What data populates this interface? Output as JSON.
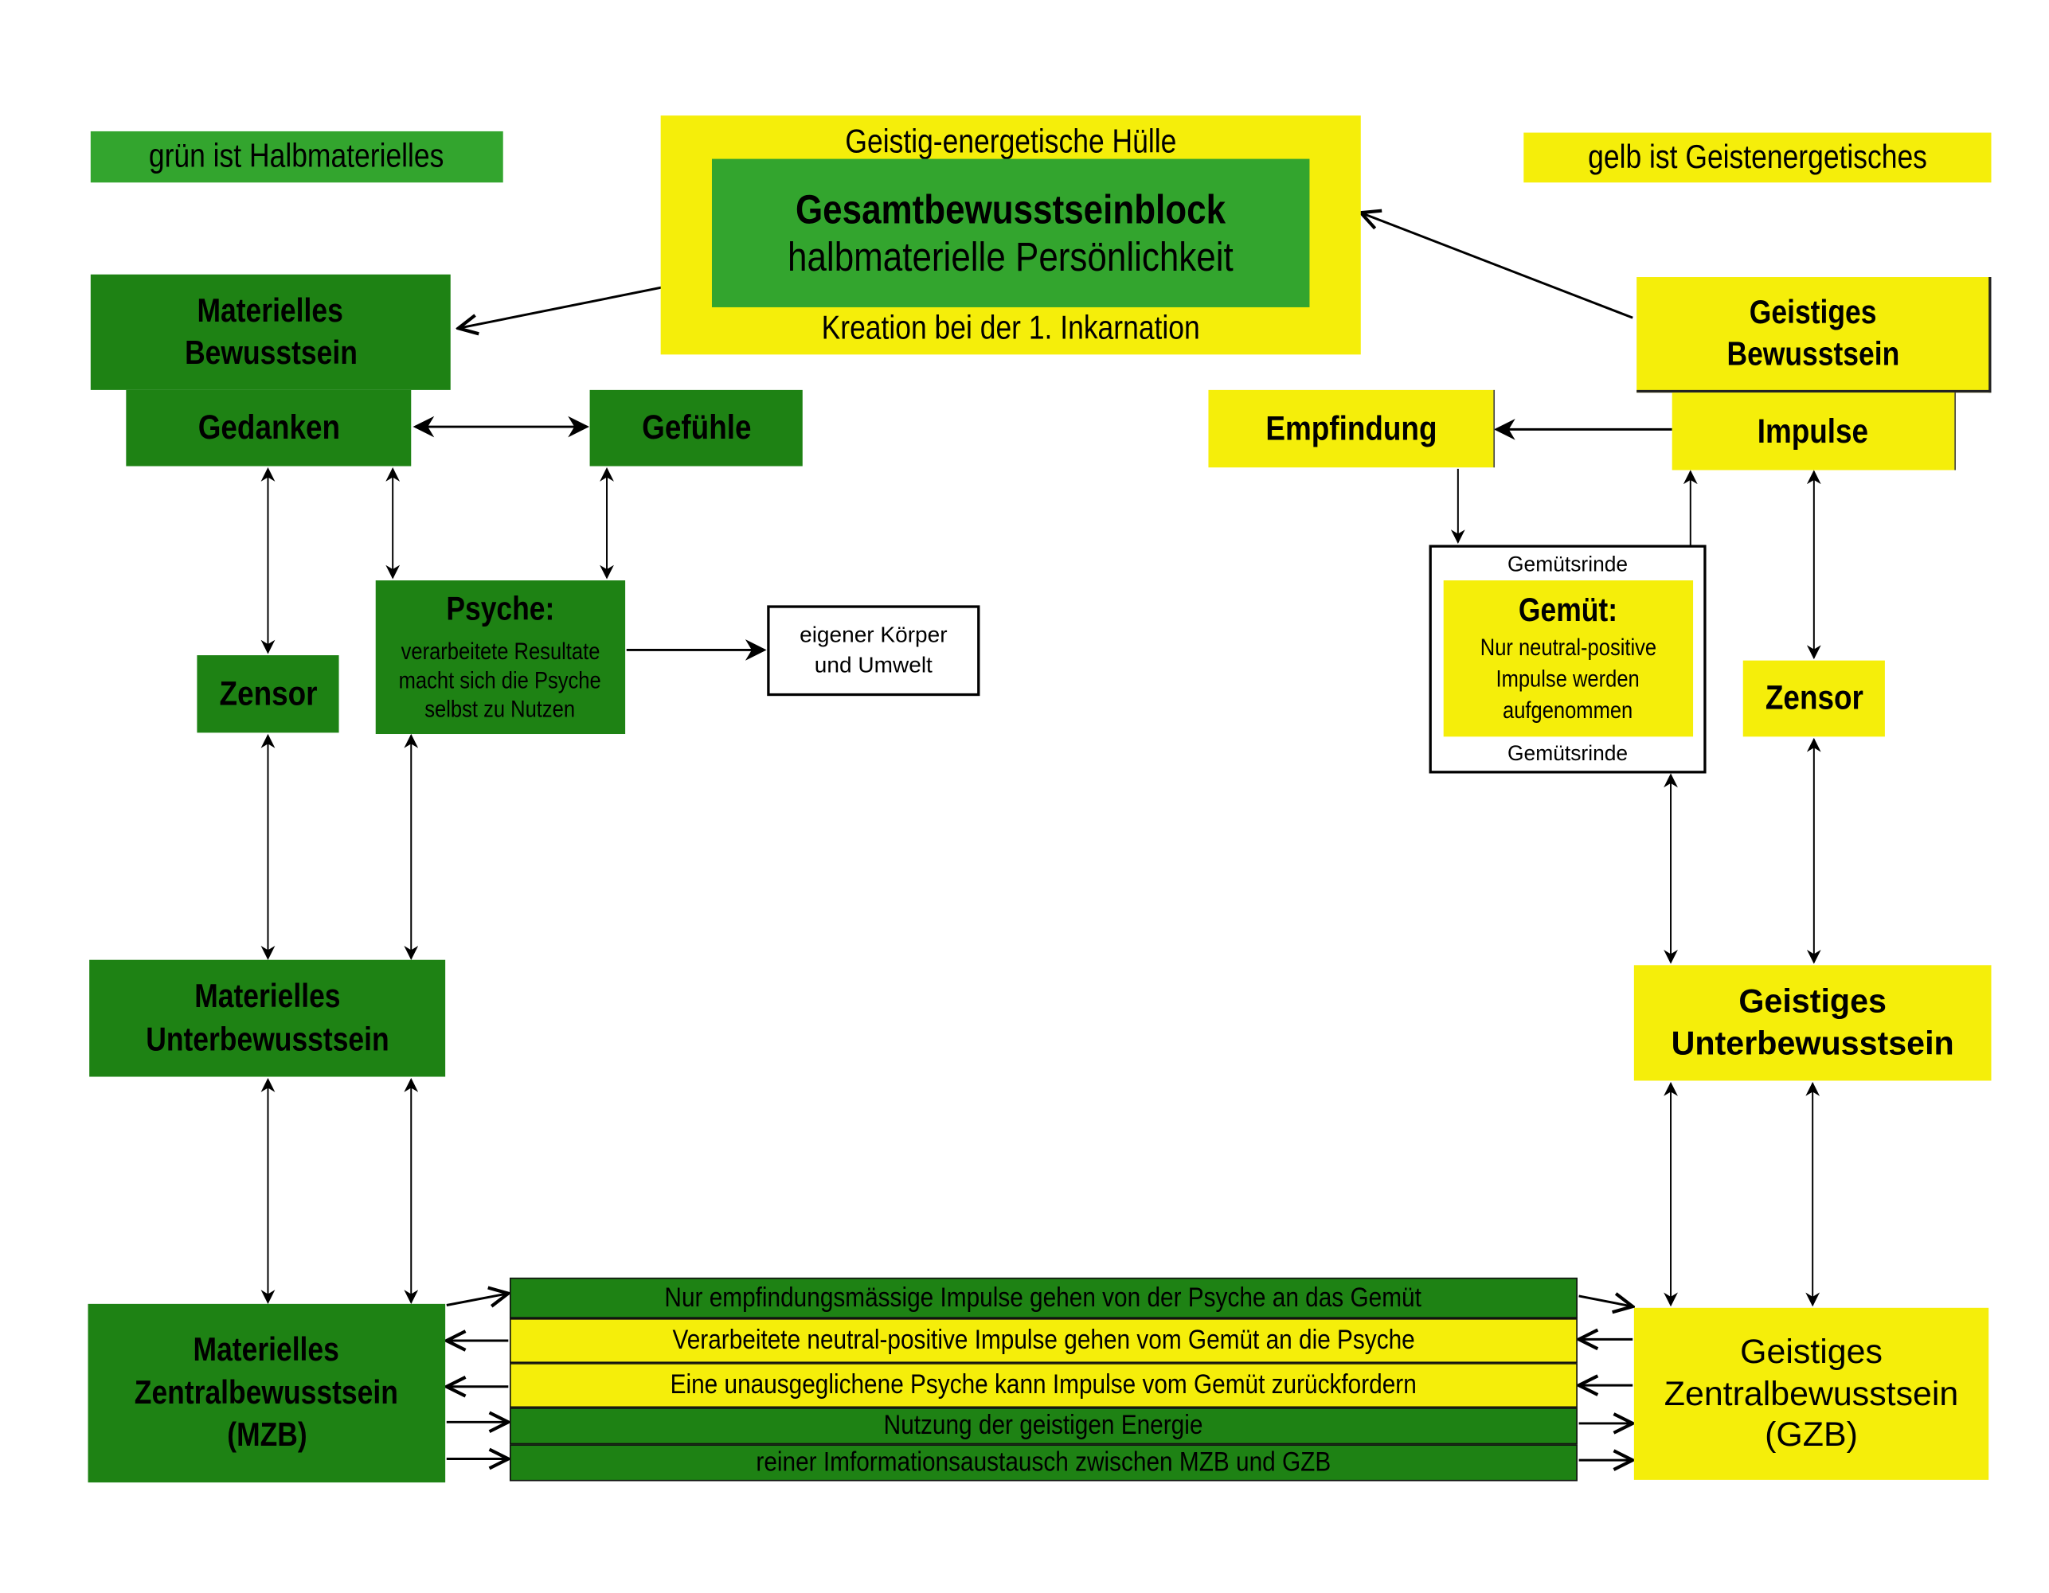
{
  "colors": {
    "material_dark_green": "#1e8214",
    "halfmaterial_green": "#33a52e",
    "spirit_yellow": "#f5ee0a",
    "line": "#000000"
  },
  "legend": {
    "green": "grün ist Halbmaterielles",
    "yellow": "gelb ist Geistenergetisches"
  },
  "top_block": {
    "outer_title": "Geistig-energetische Hülle",
    "inner_title": "Gesamtbewusstseinblock",
    "inner_subtitle": "halbmaterielle Persönlichkeit",
    "outer_footer": "Kreation bei der 1. Inkarnation"
  },
  "material": {
    "bewusstsein": [
      "Materielles",
      "Bewusstsein"
    ],
    "gedanken": "Gedanken",
    "gefuehle": "Gefühle",
    "zensor": "Zensor",
    "psyche": {
      "title": "Psyche:",
      "lines": [
        "verarbeitete Resultate",
        "macht sich die Psyche",
        "selbst zu Nutzen"
      ]
    },
    "koerper": [
      "eigener Körper",
      "und Umwelt"
    ],
    "unterbewusstsein": [
      "Materielles",
      "Unterbewusstsein"
    ],
    "zentral": [
      "Materielles",
      "Zentralbewusstsein",
      "(MZB)"
    ]
  },
  "spiritual": {
    "bewusstsein": [
      "Geistiges",
      "Bewusstsein"
    ],
    "impulse": "Impulse",
    "empfindung": "Empfindung",
    "gemuet": {
      "rinde_top": "Gemütsrinde",
      "title": "Gemüt:",
      "lines": [
        "Nur neutral-positive",
        "Impulse werden",
        "aufgenommen"
      ],
      "rinde_bottom": "Gemütsrinde"
    },
    "zensor": "Zensor",
    "unterbewusstsein": [
      "Geistiges",
      "Unterbewusstsein"
    ],
    "zentral": [
      "Geistiges",
      "Zentralbewusstsein",
      "(GZB)"
    ]
  },
  "exchange_bars": [
    {
      "text": "Nur empfindungsmässige Impulse gehen von der Psyche an das Gemüt",
      "color": "green",
      "direction": "MZB→GZB"
    },
    {
      "text": "Verarbeitete neutral-positive Impulse gehen vom Gemüt an die Psyche",
      "color": "yellow",
      "direction": "GZB→MZB"
    },
    {
      "text": "Eine unausgeglichene Psyche kann Impulse vom Gemüt zurückfordern",
      "color": "yellow",
      "direction": "GZB→MZB"
    },
    {
      "text": "Nutzung der geistigen Energie",
      "color": "green",
      "direction": "MZB→GZB"
    },
    {
      "text": "reiner Imformationsaustausch zwischen MZB und GZB",
      "color": "green",
      "direction": "MZB→GZB"
    }
  ]
}
